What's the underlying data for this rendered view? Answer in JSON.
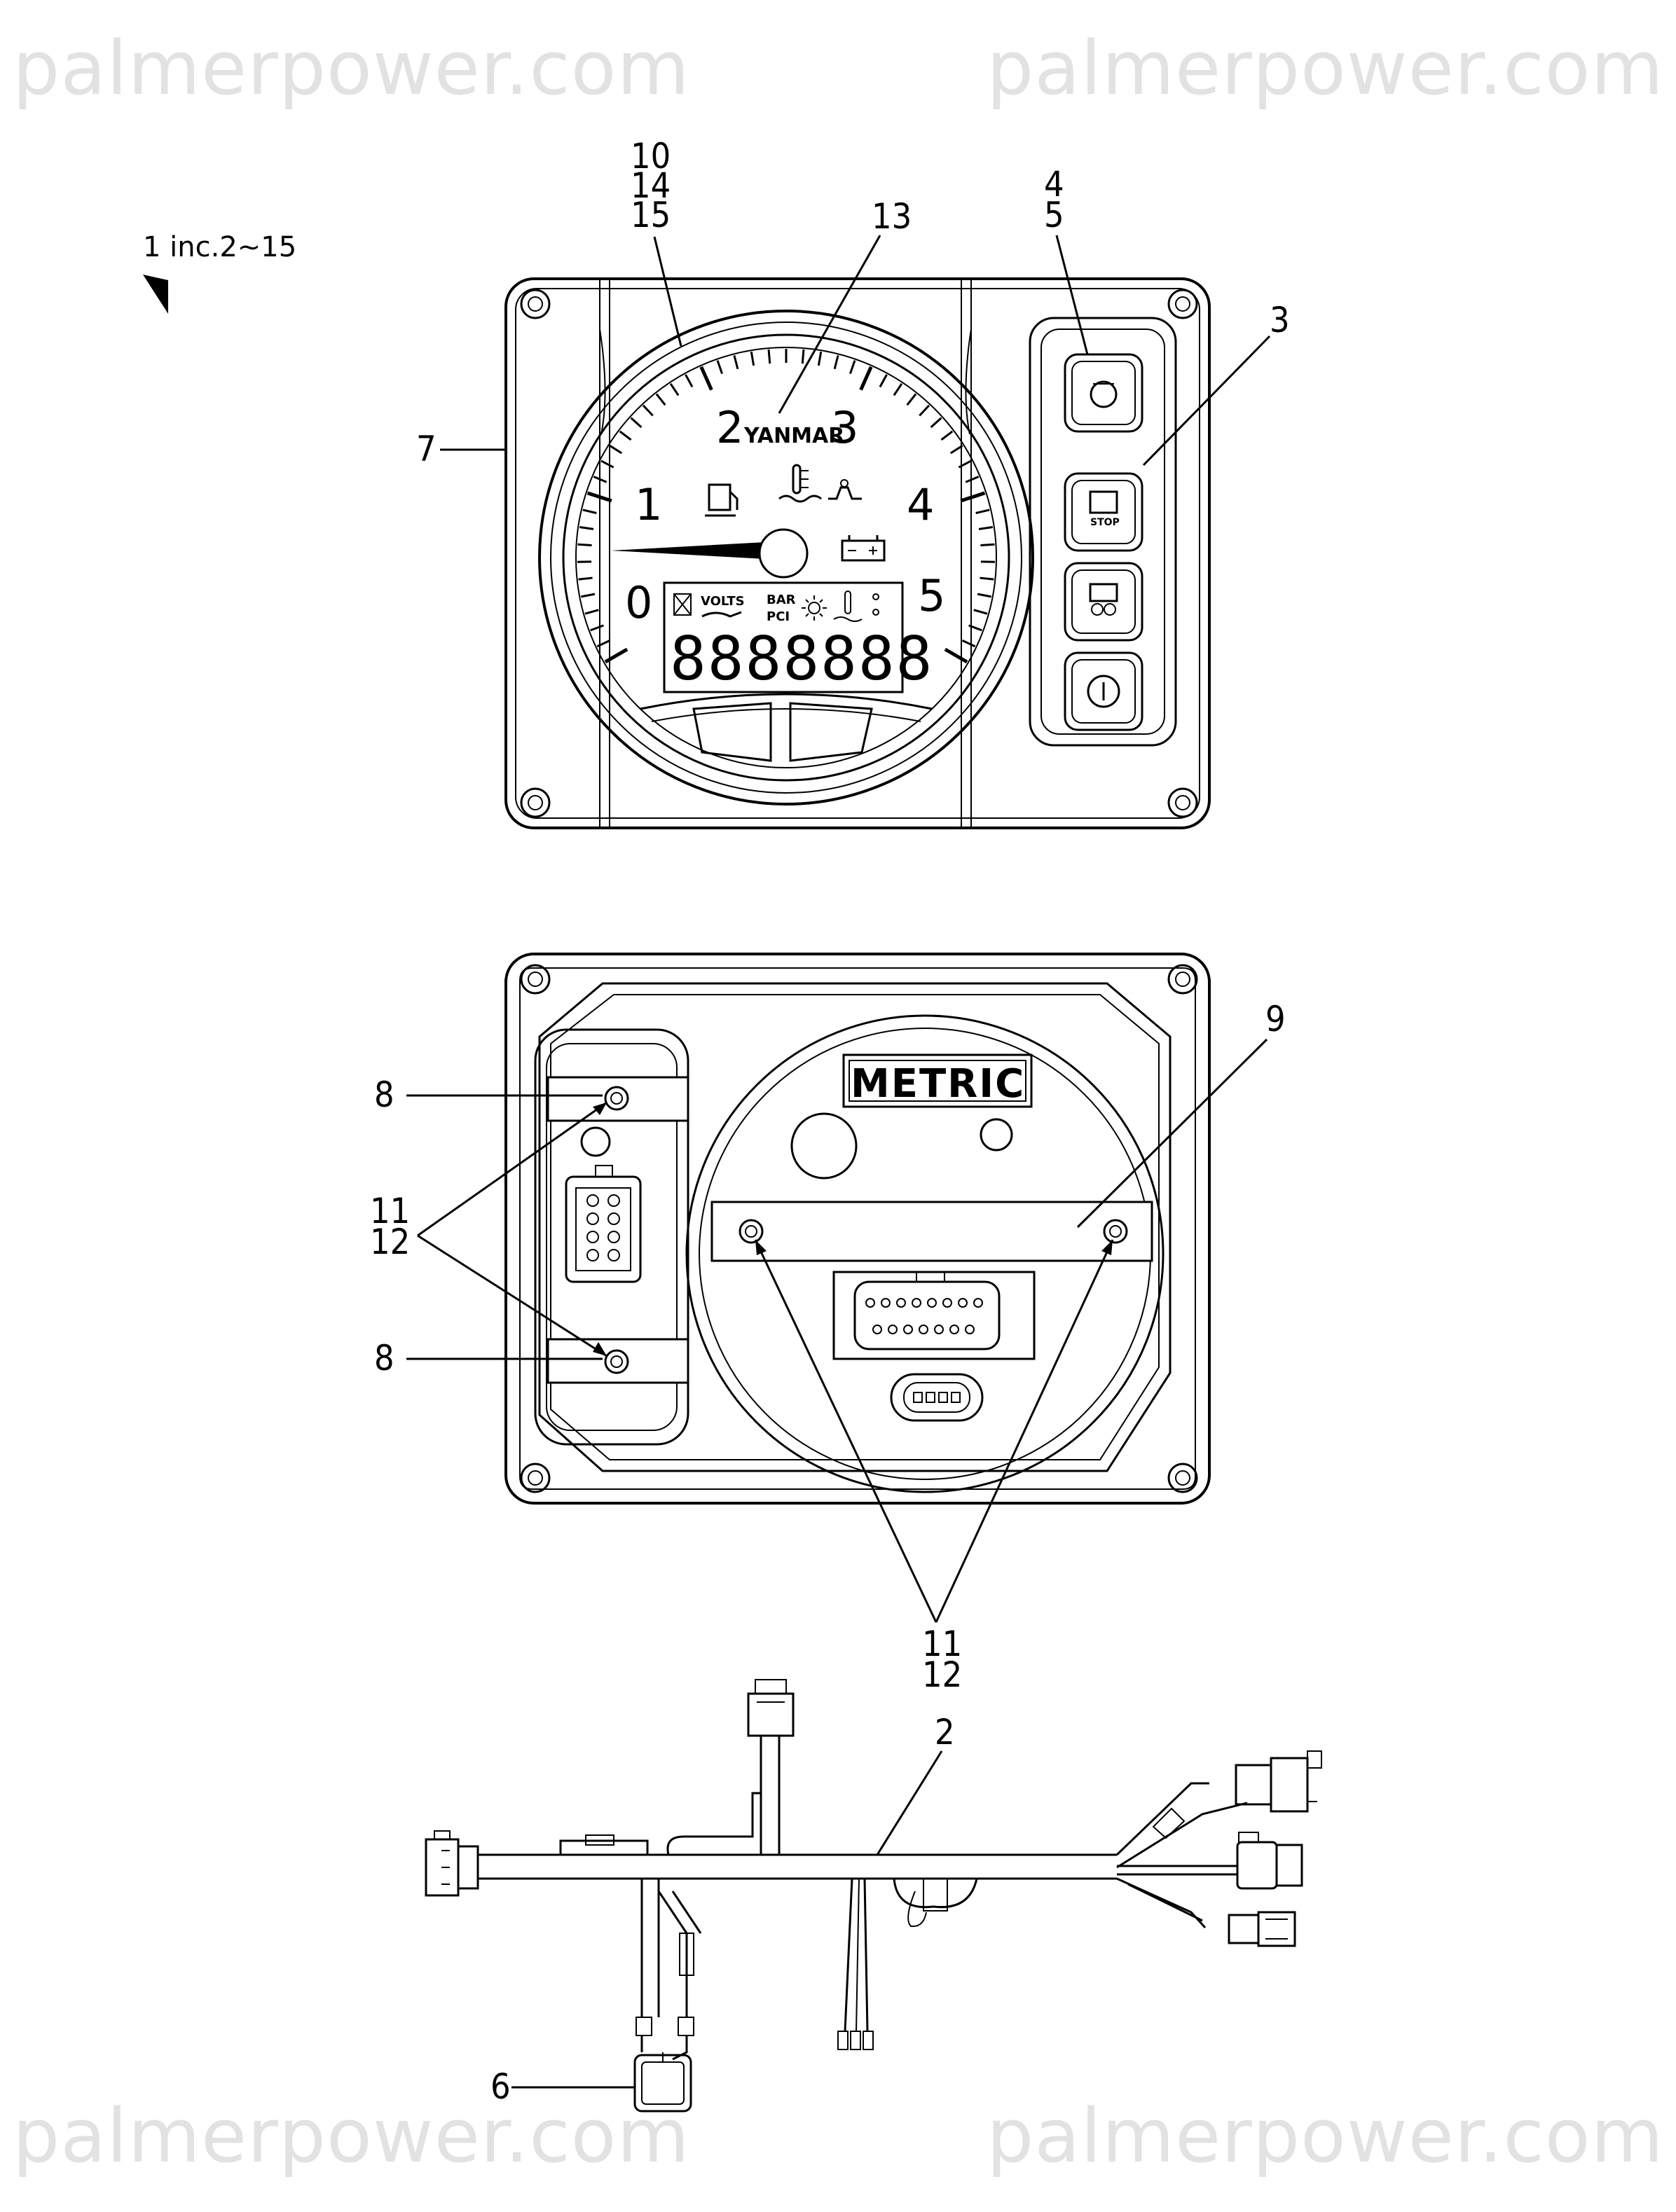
{
  "watermark": {
    "text": "palmerpower.com"
  },
  "assembly_note": "1 inc.2∼15",
  "callouts": {
    "c10_14_15": [
      "10",
      "14",
      "15"
    ],
    "c13": "13",
    "c4_5": [
      "4",
      "5"
    ],
    "c3": "3",
    "c7": "7",
    "c9": "9",
    "c8_top": "8",
    "c8_bottom": "8",
    "c11_12_left": [
      "11",
      "12"
    ],
    "c11_12_bottom": [
      "11",
      "12"
    ],
    "c2": "2",
    "c6": "6"
  },
  "front_panel": {
    "tachometer": {
      "brand": "YANMAR",
      "dial_numbers": [
        "0",
        "1",
        "2",
        "3",
        "4",
        "5"
      ],
      "needle_value": 0.15,
      "display": {
        "volts_label": "VOLTS",
        "bar_label": "BAR",
        "psi_label": "PCI",
        "digits": "8888888"
      }
    },
    "buttons": [
      {
        "icon": "lamp-icon"
      },
      {
        "icon": "engine-stop-icon",
        "text": "STOP"
      },
      {
        "icon": "glow-plug-icon"
      },
      {
        "icon": "power-icon"
      }
    ]
  },
  "rear_panel": {
    "label": "METRIC"
  }
}
